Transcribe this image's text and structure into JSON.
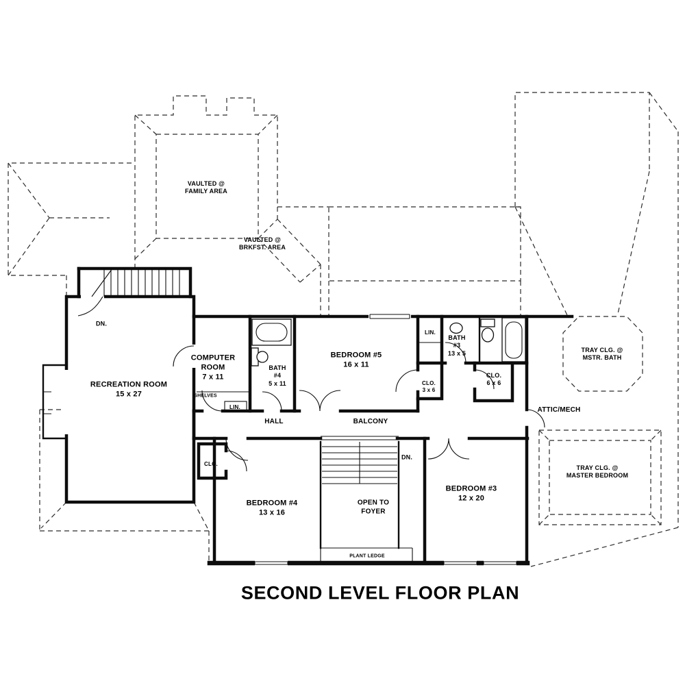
{
  "document": {
    "title": "SECOND LEVEL FLOOR PLAN"
  },
  "rooms": {
    "family_area": "VAULTED @\nFAMILY AREA",
    "brkfst_area": "VAULTED @\nBRKFST. AREA",
    "recreation_room": "RECREATION ROOM\n15 x 27",
    "computer_room": "COMPUTER\nROOM\n7 x 11",
    "shelves": "SHELVES",
    "bath_4": "BATH\n#4\n5 x 11",
    "bedroom_5": "BEDROOM #5\n16 x 11",
    "linen_1": "LIN.",
    "bath_3": "BATH\n#3\n13 x 5",
    "closet_3x6": "CLO.\n3 x 6",
    "closet_6x6": "CLO.\n6 x 6",
    "master_bath": "TRAY CLG. @\nMSTR. BATH",
    "attic_mech": "ATTIC/MECH",
    "master_bedroom": "TRAY CLG. @\nMASTER BEDROOM",
    "hall": "HALL",
    "balcony": "BALCONY",
    "down_upper": "DN.",
    "linen_2": "LIN.",
    "closet_bed4": "CLO.",
    "bedroom_4": "BEDROOM #4\n13 x 16",
    "down_lower": "DN.",
    "open_to_foyer": "OPEN TO\nFOYER",
    "bedroom_3": "BEDROOM #3\n12 x 20",
    "plant_ledge": "PLANT LEDGE"
  }
}
